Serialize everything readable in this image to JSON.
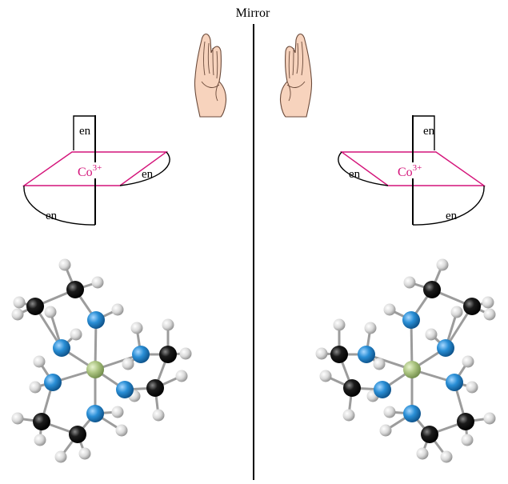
{
  "title": "Mirror",
  "left": {
    "ligand_top": "en",
    "ligand_right": "en",
    "ligand_bottom": "en",
    "ion": "Co",
    "charge": "3+"
  },
  "right": {
    "ligand_top": "en",
    "ligand_left": "en",
    "ligand_bottom": "en",
    "ion": "Co",
    "charge": "3+"
  },
  "colors": {
    "plane": "#d4147a",
    "skin": "#f7d3bd",
    "skin_outline": "#6b4a3a",
    "nitrogen": "#2a8fd6",
    "carbon": "#111111",
    "hydrogen": "#d8d8d8",
    "cobalt": "#a9c27e"
  }
}
